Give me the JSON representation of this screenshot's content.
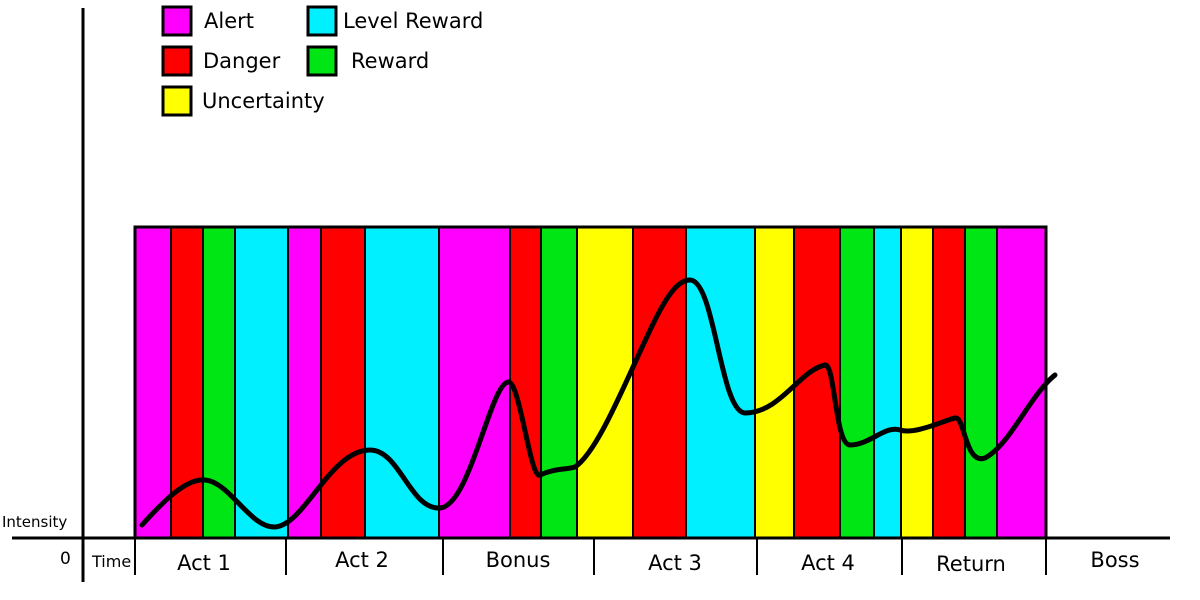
{
  "legend": {
    "items": [
      {
        "label": "Alert",
        "color": "#ff00ff"
      },
      {
        "label": "Level Reward",
        "color": "#00f0ff"
      },
      {
        "label": "Danger",
        "color": "#ff0000"
      },
      {
        "label": "Reward",
        "color": "#00e614"
      },
      {
        "label": "Uncertainty",
        "color": "#ffff00"
      }
    ]
  },
  "axes": {
    "y_label": "Intensity",
    "origin_label": "0",
    "x_label": "Time"
  },
  "acts": [
    "Act 1",
    "Act 2",
    "Bonus",
    "Act 3",
    "Act 4",
    "Return",
    "Boss"
  ],
  "bands": [
    {
      "type": "Alert",
      "color": "#ff00ff"
    },
    {
      "type": "Danger",
      "color": "#ff0000"
    },
    {
      "type": "Reward",
      "color": "#00e614"
    },
    {
      "type": "Level Reward",
      "color": "#00f0ff"
    },
    {
      "type": "Alert",
      "color": "#ff00ff"
    },
    {
      "type": "Danger",
      "color": "#ff0000"
    },
    {
      "type": "Level Reward",
      "color": "#00f0ff"
    },
    {
      "type": "Alert",
      "color": "#ff00ff"
    },
    {
      "type": "Danger",
      "color": "#ff0000"
    },
    {
      "type": "Reward",
      "color": "#00e614"
    },
    {
      "type": "Uncertainty",
      "color": "#ffff00"
    },
    {
      "type": "Danger",
      "color": "#ff0000"
    },
    {
      "type": "Level Reward",
      "color": "#00f0ff"
    },
    {
      "type": "Uncertainty",
      "color": "#ffff00"
    },
    {
      "type": "Danger",
      "color": "#ff0000"
    },
    {
      "type": "Reward",
      "color": "#00e614"
    },
    {
      "type": "Level Reward",
      "color": "#00f0ff"
    },
    {
      "type": "Uncertainty",
      "color": "#ffff00"
    },
    {
      "type": "Danger",
      "color": "#ff0000"
    },
    {
      "type": "Reward",
      "color": "#00e614"
    },
    {
      "type": "Alert",
      "color": "#ff00ff"
    }
  ]
}
